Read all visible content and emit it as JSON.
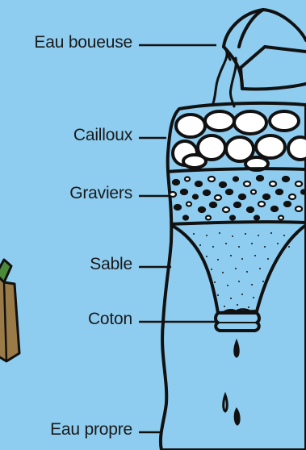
{
  "labels": {
    "muddy_water": "Eau boueuse",
    "pebbles": "Cailloux",
    "gravel": "Graviers",
    "sand": "Sable",
    "cotton": "Coton",
    "clean_water": "Eau propre"
  },
  "colors": {
    "background": "#8ecdf0",
    "outline": "#111111",
    "bottle_fill": "#8ecdf0",
    "box_side": "#9a7b47",
    "box_top": "#4a8a3a"
  },
  "icons": [
    "pouring-cup-icon",
    "water-stream-icon",
    "water-drop-icon",
    "box-icon"
  ]
}
